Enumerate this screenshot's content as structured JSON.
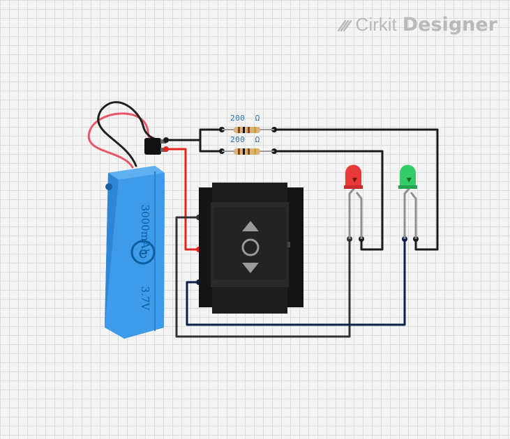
{
  "brand": {
    "name": "Cirkit",
    "product": "Designer",
    "icon": "cirkit-logo-icon"
  },
  "battery": {
    "capacity": "3000mAh",
    "voltage": "3.7V",
    "logo": "e",
    "color": "#3d9be9"
  },
  "resistors": [
    {
      "id": "resistor-top",
      "value": "200",
      "unit": "Ω"
    },
    {
      "id": "resistor-bottom",
      "value": "200",
      "unit": "Ω"
    }
  ],
  "leds": [
    {
      "id": "led-red",
      "color": "#e8393b"
    },
    {
      "id": "led-green",
      "color": "#33cc66"
    }
  ],
  "switch": {
    "type": "rocker",
    "symbols": [
      "up-arrow",
      "circle",
      "down-arrow"
    ]
  },
  "wire_colors": {
    "positive": "#e3261a",
    "black": "#1a1a1a",
    "navy": "#0b1f4a",
    "dark": "#333333"
  }
}
